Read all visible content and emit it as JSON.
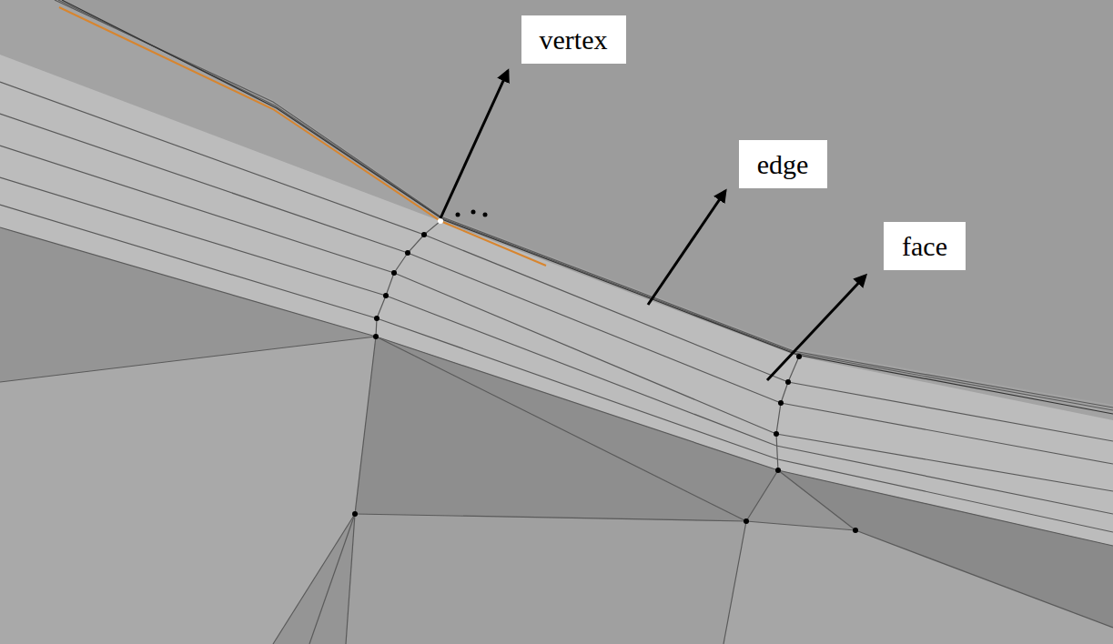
{
  "diagram": {
    "nodes": [
      {
        "text": [
          "vertex"
        ]
      },
      {
        "text": [
          "edge"
        ]
      },
      {
        "text": [
          "face"
        ]
      }
    ]
  }
}
